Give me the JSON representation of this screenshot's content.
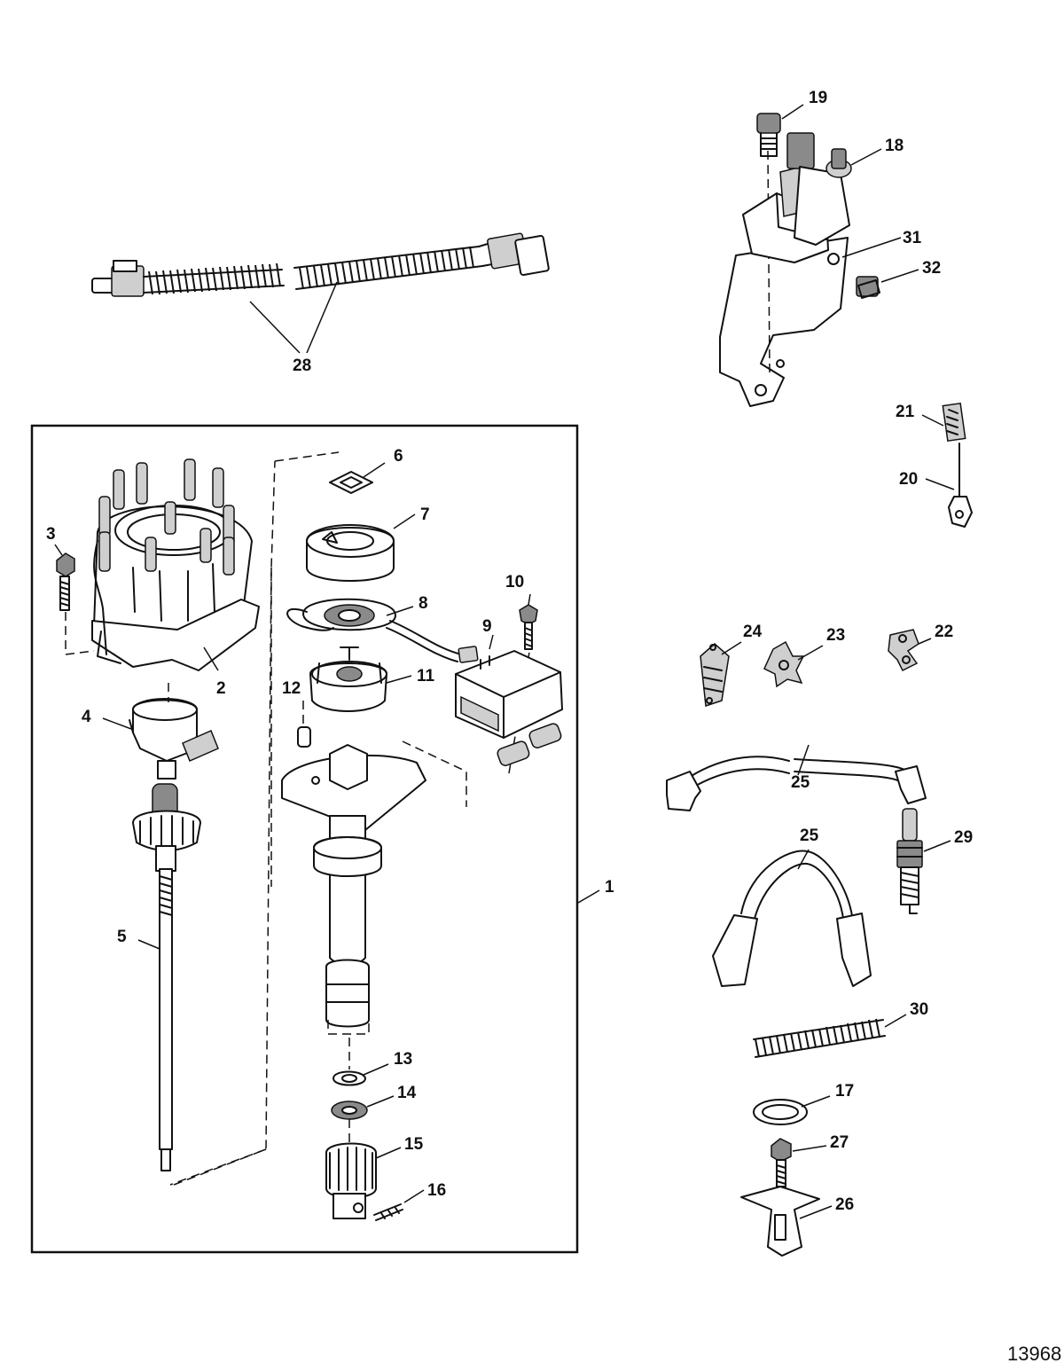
{
  "drawing": {
    "number": "13968"
  },
  "callouts": [
    {
      "id": "c1",
      "text": "1"
    },
    {
      "id": "c2",
      "text": "2"
    },
    {
      "id": "c3",
      "text": "3"
    },
    {
      "id": "c4",
      "text": "4"
    },
    {
      "id": "c5",
      "text": "5"
    },
    {
      "id": "c6",
      "text": "6"
    },
    {
      "id": "c7",
      "text": "7"
    },
    {
      "id": "c8",
      "text": "8"
    },
    {
      "id": "c9",
      "text": "9"
    },
    {
      "id": "c10",
      "text": "10"
    },
    {
      "id": "c11",
      "text": "11"
    },
    {
      "id": "c12",
      "text": "12"
    },
    {
      "id": "c13",
      "text": "13"
    },
    {
      "id": "c14",
      "text": "14"
    },
    {
      "id": "c15",
      "text": "15"
    },
    {
      "id": "c16",
      "text": "16"
    },
    {
      "id": "c17",
      "text": "17"
    },
    {
      "id": "c18",
      "text": "18"
    },
    {
      "id": "c19",
      "text": "19"
    },
    {
      "id": "c20",
      "text": "20"
    },
    {
      "id": "c21",
      "text": "21"
    },
    {
      "id": "c22",
      "text": "22"
    },
    {
      "id": "c23",
      "text": "23"
    },
    {
      "id": "c24",
      "text": "24"
    },
    {
      "id": "c25a",
      "text": "25"
    },
    {
      "id": "c25b",
      "text": "25"
    },
    {
      "id": "c26",
      "text": "26"
    },
    {
      "id": "c27",
      "text": "27"
    },
    {
      "id": "c28",
      "text": "28"
    },
    {
      "id": "c29",
      "text": "29"
    },
    {
      "id": "c30",
      "text": "30"
    },
    {
      "id": "c31",
      "text": "31"
    },
    {
      "id": "c32",
      "text": "32"
    }
  ]
}
